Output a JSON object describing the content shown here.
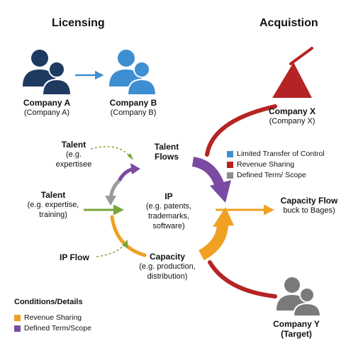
{
  "headings": {
    "licensing": "Licensing",
    "acquisition": "Acquistion"
  },
  "company_a": {
    "name": "Company A",
    "sub": "(Company A)"
  },
  "company_b": {
    "name": "Company B",
    "sub": "(Company B)"
  },
  "company_x": {
    "name": "Company X",
    "sub": "(Company X)"
  },
  "company_y": {
    "name": "Company Y",
    "sub": "(Target)"
  },
  "talent_top": {
    "title": "Talent",
    "sub": "(e.g.",
    "sub2": "expertisee"
  },
  "talent_flows": {
    "line1": "Talent",
    "line2": "Flows"
  },
  "talent_left": {
    "title": "Talent",
    "sub": "(e.g. expertise,",
    "sub2": "training)"
  },
  "ip_center": {
    "title": "IP",
    "sub": "(e.g. patents,",
    "sub2": "trademarks,",
    "sub3": "software)"
  },
  "ip_flow": {
    "label": "IP Flow"
  },
  "capacity": {
    "title": "Capacity",
    "sub": "(e.g. production,",
    "sub2": "distribution)"
  },
  "capacity_flow": {
    "title": "Capacity Flow",
    "sub": "buck to Bages)"
  },
  "legend_right": [
    {
      "label": "Limited Transfer of Control",
      "color": "#3d8fd1"
    },
    {
      "label": "Revenue Sharing",
      "color": "#b52424"
    },
    {
      "label": "Defined Term/ Scope",
      "color": "#8c8c8c"
    }
  ],
  "conditions": {
    "title": "Conditions/Details",
    "items": [
      {
        "label": "Revenue Sharing",
        "color": "#f0a023"
      },
      {
        "label": "Defined Term/Scope",
        "color": "#7b4aa3"
      }
    ]
  },
  "colors": {
    "navy": "#1f3a60",
    "blue": "#3d8fd1",
    "red": "#b52424",
    "gray": "#7a7a7a",
    "purple": "#7b4aa3",
    "orange": "#f0a023",
    "green": "#7aa63a"
  }
}
